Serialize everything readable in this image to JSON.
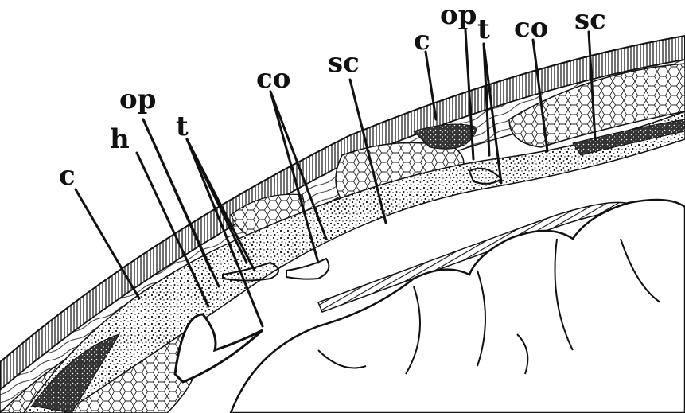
{
  "labels": {
    "c_left": "c",
    "h": "h",
    "op_left": "op",
    "t_left": "t",
    "co_mid": "co",
    "sc_mid": "sc",
    "c_right": "c",
    "op_right": "op",
    "t_right": "t",
    "co_right": "co",
    "sc_right": "sc"
  },
  "colors": {
    "ink": "#111111",
    "paper": "#ffffff"
  }
}
